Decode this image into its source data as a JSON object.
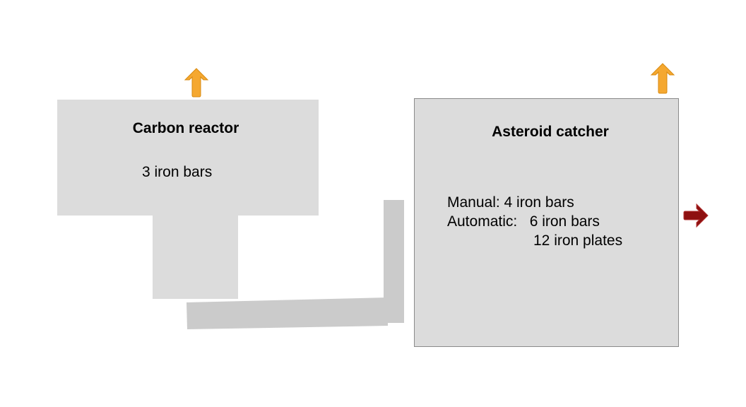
{
  "carbon_reactor": {
    "title": "Carbon reactor",
    "output": "3 iron bars"
  },
  "asteroid_catcher": {
    "title": "Asteroid catcher",
    "manual": "Manual: 4 iron bars",
    "automatic": "Automatic:   6 iron bars",
    "automatic_extra": "12 iron plates"
  },
  "colors": {
    "box": "#dcdcdc",
    "connector": "#cbcbcb",
    "up_arrow": "#f5a830",
    "right_arrow": "#8e1010"
  }
}
